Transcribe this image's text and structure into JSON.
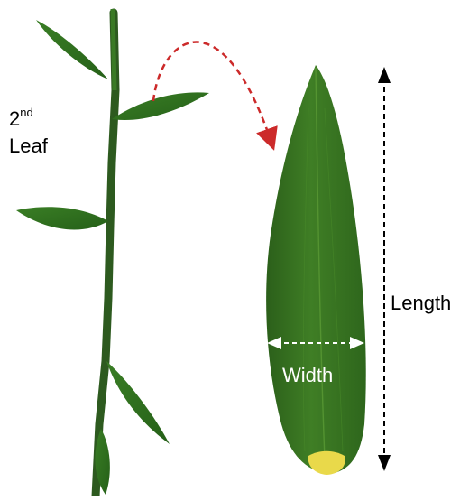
{
  "labels": {
    "second_leaf_number": "2",
    "second_leaf_suffix": "nd",
    "second_leaf_word": "Leaf",
    "length": "Length",
    "width": "Width"
  },
  "colors": {
    "leaf_dark": "#2f6a1e",
    "leaf_mid": "#4a8a2a",
    "leaf_light": "#6aa53a",
    "stem": "#2d5a1f",
    "curved_arrow": "#cc2a2a",
    "length_arrow": "#000000",
    "width_arrow": "#ffffff",
    "leaf_base": "#e9d94a"
  }
}
